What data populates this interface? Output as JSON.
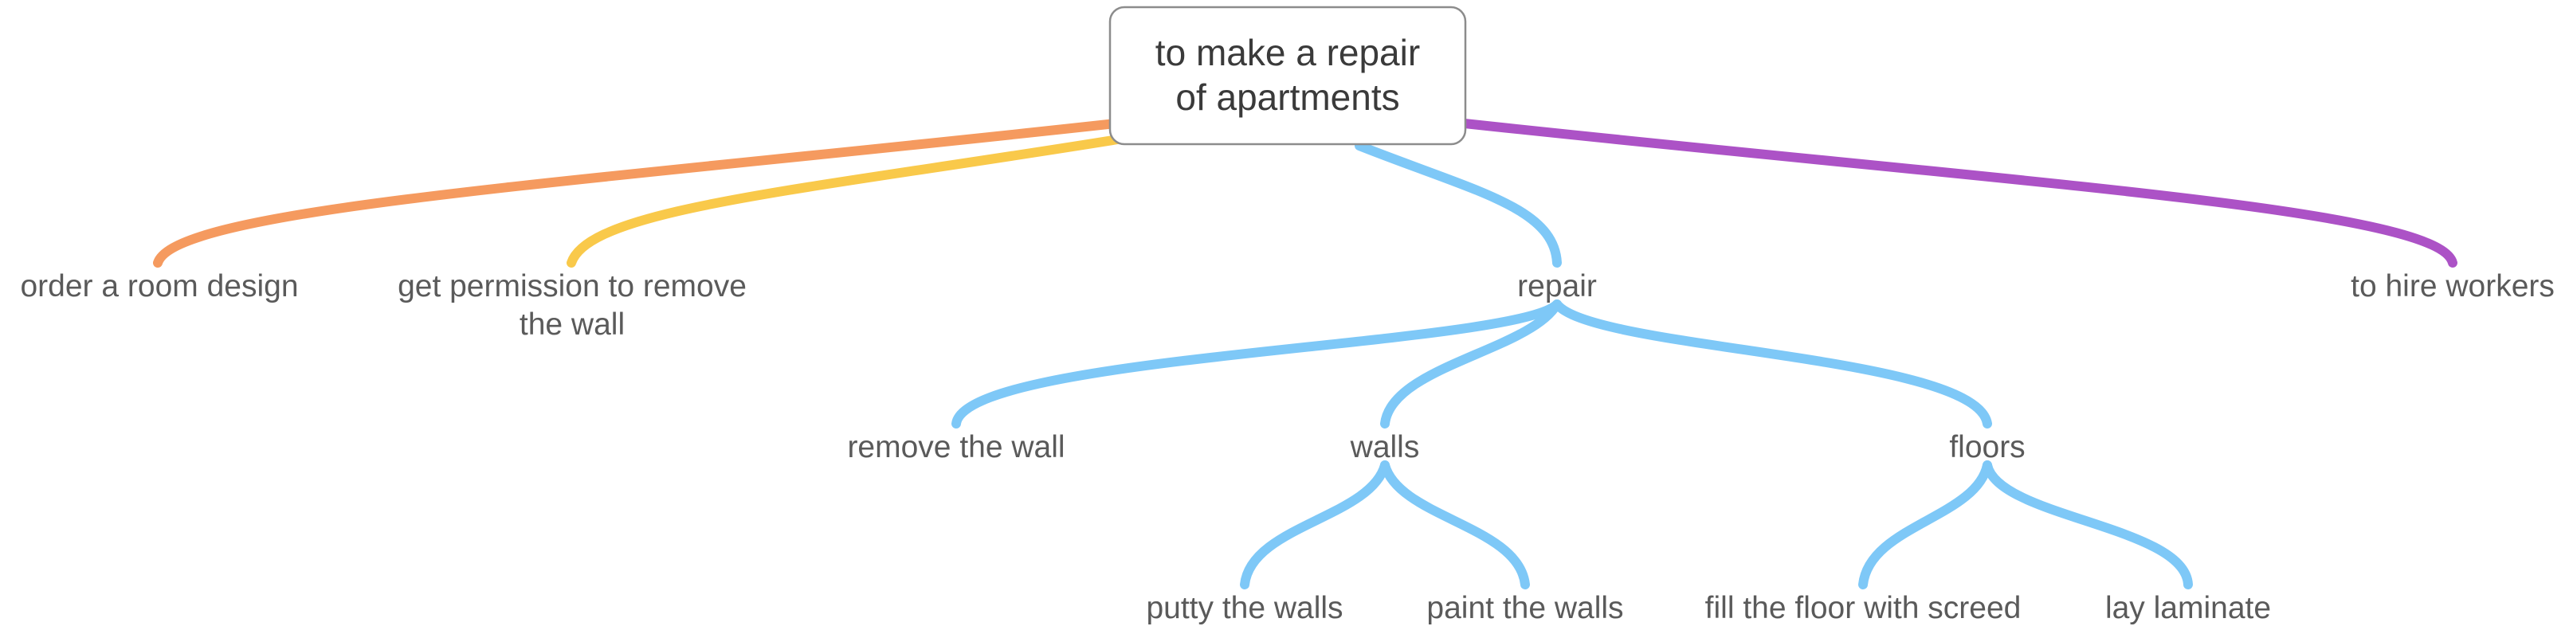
{
  "colors": {
    "design_branch": "#f59a5f",
    "permission_branch": "#f9c94a",
    "repair_branch": "#7ec8f7",
    "workers_branch": "#ac52c6",
    "root_border": "#8c8c8c",
    "root_text": "#3a3a3a",
    "node_text": "#5a5a5a"
  },
  "root": {
    "line1": "to make a repair",
    "line2": "of apartments"
  },
  "nodes": {
    "order_design": "order a room design",
    "get_permission_line1": "get permission to remove",
    "get_permission_line2": "the wall",
    "repair": "repair",
    "hire_workers": "to hire workers",
    "remove_wall": "remove the wall",
    "walls": "walls",
    "floors": "floors",
    "putty_walls": "putty the walls",
    "paint_walls": "paint the walls",
    "fill_floor": "fill the floor with screed",
    "lay_laminate": "lay laminate"
  }
}
